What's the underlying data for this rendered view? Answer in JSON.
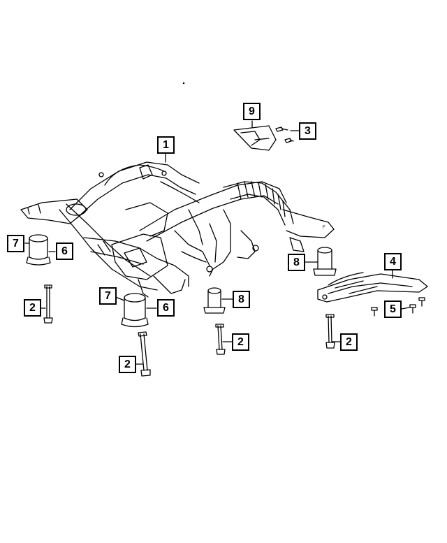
{
  "diagram": {
    "callouts": [
      {
        "id": "c1",
        "label": "1"
      },
      {
        "id": "c2a",
        "label": "2"
      },
      {
        "id": "c2b",
        "label": "2"
      },
      {
        "id": "c2c",
        "label": "2"
      },
      {
        "id": "c2d",
        "label": "2"
      },
      {
        "id": "c3",
        "label": "3"
      },
      {
        "id": "c4",
        "label": "4"
      },
      {
        "id": "c5",
        "label": "5"
      },
      {
        "id": "c6a",
        "label": "6"
      },
      {
        "id": "c6b",
        "label": "6"
      },
      {
        "id": "c7a",
        "label": "7"
      },
      {
        "id": "c7b",
        "label": "7"
      },
      {
        "id": "c8a",
        "label": "8"
      },
      {
        "id": "c8b",
        "label": "8"
      },
      {
        "id": "c9",
        "label": "9"
      }
    ],
    "colors": {
      "line": "#000000",
      "background": "#ffffff"
    }
  }
}
